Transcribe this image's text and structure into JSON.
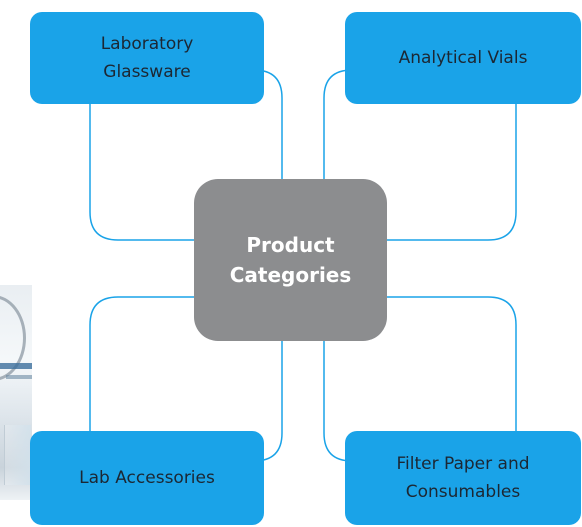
{
  "diagram": {
    "center": {
      "line1": "Product",
      "line2": "Categories"
    },
    "nodes": {
      "glassware": {
        "line1": "Laboratory",
        "line2": "Glassware"
      },
      "vials": {
        "label": "Analytical Vials"
      },
      "accessories": {
        "label": "Lab Accessories"
      },
      "filter": {
        "line1": "Filter Paper and",
        "line2": "Consumables"
      }
    },
    "colors": {
      "node": "#1aa3e8",
      "center": "#8c8d8f",
      "connector": "#1aa3e8"
    }
  }
}
